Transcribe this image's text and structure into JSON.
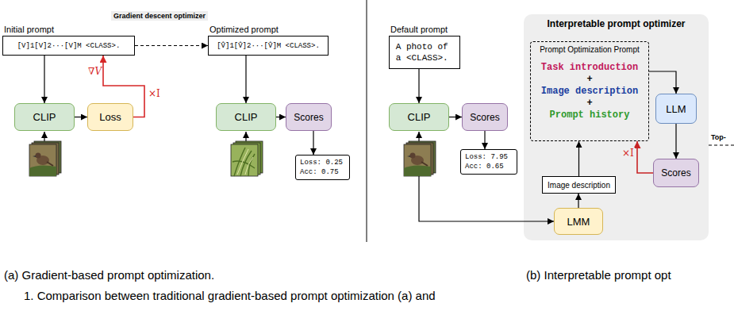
{
  "diagram": {
    "caption": "1. Comparison between traditional gradient-based prompt optimization (a) and",
    "nodes": [
      {
        "text": [
          "Initial prompt",
          "[V]1[V]2···[V]M <CLASS>."
        ]
      },
      {
        "text": [
          "Optimized prompt",
          "[V̂]1[V̂]2···[V̂]M <CLASS>."
        ]
      },
      {
        "text": [
          "CLIP"
        ]
      },
      {
        "text": [
          "Loss"
        ]
      },
      {
        "text": [
          "CLIP"
        ]
      },
      {
        "text": [
          "Scores"
        ]
      },
      {
        "text": [
          "Loss: 0.25",
          "Acc: 0.75"
        ]
      },
      {
        "text": [
          "Default prompt",
          "A photo of a <CLASS>."
        ]
      },
      {
        "text": [
          "CLIP"
        ]
      },
      {
        "text": [
          "Scores"
        ]
      },
      {
        "text": [
          "Loss: 7.95",
          "Acc: 0.65"
        ]
      },
      {
        "text": [
          "Interpretable prompt optimizer"
        ]
      },
      {
        "text": [
          "Prompt Optimization Prompt",
          "Task introduction",
          "+",
          "Image description",
          "+",
          "Prompt history"
        ],
        "in": 11
      },
      {
        "text": [
          "LLM"
        ],
        "in": 11
      },
      {
        "text": [
          "Scores"
        ],
        "in": 11
      },
      {
        "text": [
          "Image description"
        ],
        "in": 11
      },
      {
        "text": [
          "LMM"
        ],
        "in": 11
      }
    ],
    "edges": [
      {
        "from": 0,
        "to": 1,
        "arrow": "to",
        "label": "Gradient descent optimizer"
      },
      {
        "from": 0,
        "to": 2,
        "arrow": "to"
      },
      {
        "from": 2,
        "to": 3,
        "arrow": "to"
      },
      {
        "from": 3,
        "to": 0,
        "arrow": "to",
        "label": "∇V"
      },
      {
        "from": 1,
        "to": 4,
        "arrow": "to"
      },
      {
        "from": 4,
        "to": 5,
        "arrow": "to"
      },
      {
        "from": 5,
        "to": 6,
        "arrow": "to"
      },
      {
        "from": 7,
        "to": 8,
        "arrow": "to"
      },
      {
        "from": 8,
        "to": 9,
        "arrow": "to"
      },
      {
        "from": 9,
        "to": 10,
        "arrow": "to"
      },
      {
        "from": 16,
        "to": 15,
        "arrow": "to"
      },
      {
        "from": 15,
        "to": 12,
        "arrow": "to"
      },
      {
        "from": 12,
        "to": 13,
        "arrow": "to"
      },
      {
        "from": 13,
        "to": 14,
        "arrow": "to"
      },
      {
        "from": 14,
        "to": 12,
        "arrow": "to",
        "label": "×I"
      }
    ],
    "labels": [
      "×I",
      "Top-",
      "(a) Gradient-based prompt optimization.",
      "(b) Interpretable prompt opt"
    ]
  }
}
